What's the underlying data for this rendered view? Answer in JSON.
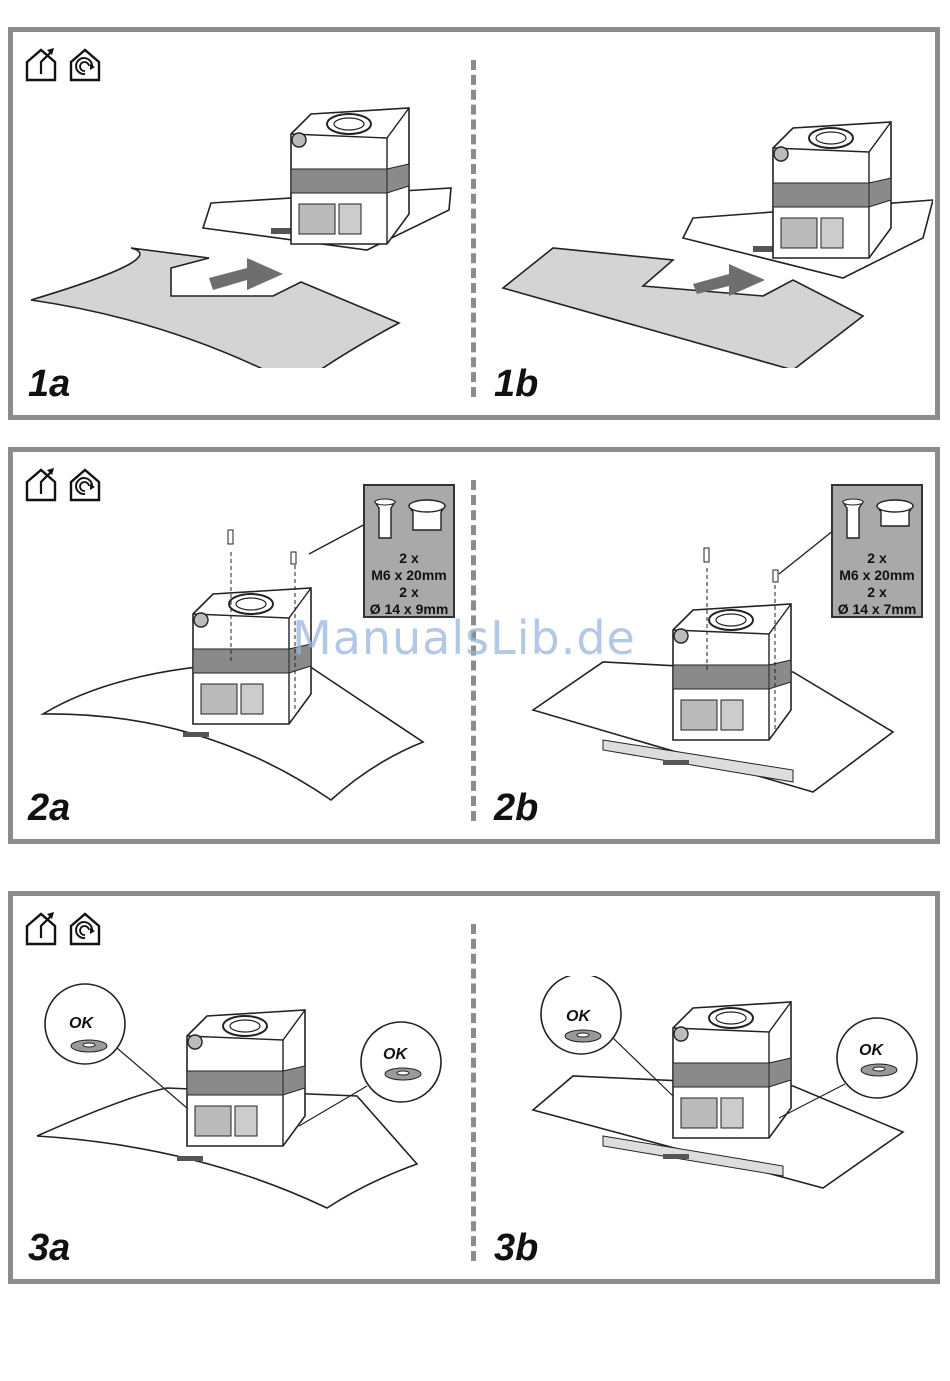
{
  "panels": [
    {
      "left_step": "1a",
      "right_step": "1b"
    },
    {
      "left_step": "2a",
      "right_step": "2b",
      "left_spec": {
        "qty1": "2 x",
        "screw": "M6 x 20mm",
        "qty2": "2 x",
        "spacer": "Ø 14 x 9mm"
      },
      "right_spec": {
        "qty1": "2 x",
        "screw": "M6 x 20mm",
        "qty2": "2 x",
        "spacer": "Ø 14 x 7mm"
      }
    },
    {
      "left_step": "3a",
      "right_step": "3b",
      "ok_labels": [
        "OK",
        "OK",
        "OK",
        "OK"
      ]
    }
  ],
  "watermark": "ManualsLib.de",
  "icons": [
    "house-exhaust-icon",
    "house-recirculation-icon"
  ]
}
